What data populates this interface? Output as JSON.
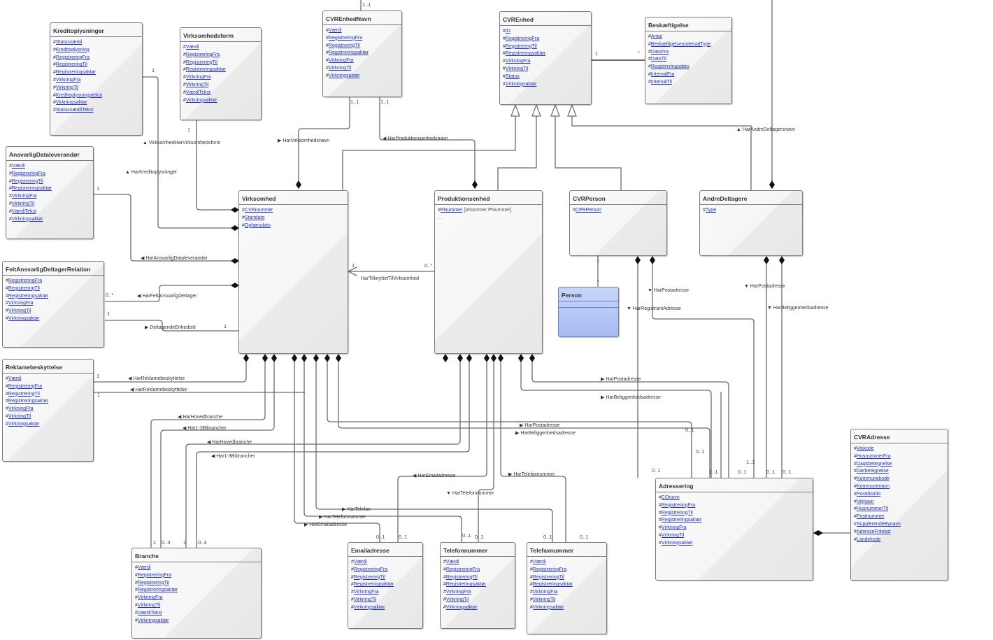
{
  "diagram": {
    "type": "UML class diagram",
    "classes": [
      {
        "id": "kreditoplysninger",
        "name": "Kreditoplysninger",
        "attributes": [
          "Statusværdi",
          "Kreditoplysning",
          "RegistreringFra",
          "RegistreringTil",
          "Registreringsaktør",
          "VirkningFra",
          "VirkningTil",
          "Kreditoplysningstekst",
          "Virkningsaktør",
          "StatusværdiTekst"
        ]
      },
      {
        "id": "virksomhedsform",
        "name": "Virksomhedsform",
        "attributes": [
          "Værdi",
          "RegistreringFra",
          "RegistreringTil",
          "Registreringsaktør",
          "VirkningFra",
          "VirkningTil",
          "VærdiTekst",
          "Virkningsaktør"
        ]
      },
      {
        "id": "cvrenhednavn",
        "name": "CVREnhedNavn",
        "attributes": [
          "Værdi",
          "RegistreringFra",
          "RegistreringTil",
          "Registreringsaktør",
          "VirkningFra",
          "VirkningTil",
          "Virkningsaktør"
        ]
      },
      {
        "id": "cvrenhed",
        "name": "CVREnhed",
        "attributes": [
          "ID",
          "RegistreringFra",
          "RegistreringTil",
          "Registreringsaktør",
          "VirkningFra",
          "VirkningTil",
          "Status",
          "Virkningsaktør"
        ]
      },
      {
        "id": "beskaeftigelse",
        "name": "Beskæftigelse",
        "attributes": [
          "Antal",
          "BeskæftigelsesIntervalType",
          "DatoFra",
          "DatoTil",
          "Registreringsdato",
          "IntervalFra",
          "IntervalTil"
        ]
      },
      {
        "id": "ansvarligdataleverandoer",
        "name": "AnsvarligDataleverandør",
        "attributes": [
          "Værdi",
          "RegistreringFra",
          "RegistreringTil",
          "Registreringsaktør",
          "VirkningFra",
          "VirkningTil",
          "VærdiTekst",
          "Virkningsaktør"
        ]
      },
      {
        "id": "virksomhed",
        "name": "Virksomhed",
        "attributes": [
          "CVRnummer",
          "Startdato",
          "Ophørsdato"
        ]
      },
      {
        "id": "produktionsenhed",
        "name": "Produktionsenhed",
        "attributes": [
          "PNummer"
        ],
        "attribute_extra": "[pNummer PNummer]",
        "ellipsis": "..."
      },
      {
        "id": "cvrperson",
        "name": "CVRPerson",
        "attributes": [
          "CPRPerson"
        ]
      },
      {
        "id": "andredeltagere",
        "name": "AndreDeltagere",
        "attributes": [
          "Type"
        ]
      },
      {
        "id": "person",
        "name": "Person",
        "attributes": []
      },
      {
        "id": "feltansvarligdeltagerrelation",
        "name": "FeltAnsvarligDeltagerRelation",
        "attributes": [
          "RegistreringFra",
          "RegistreringTil",
          "Registreringsaktør",
          "VirkningFra",
          "VirkningTil",
          "Virkningsaktør"
        ]
      },
      {
        "id": "reklamebeskyttelse",
        "name": "Reklamebeskyttelse",
        "attributes": [
          "Værdi",
          "RegistreringFra",
          "RegistreringTil",
          "Registreringsaktør",
          "VirkningFra",
          "VirkningTil",
          "Virkningsaktør"
        ]
      },
      {
        "id": "branche",
        "name": "Branche",
        "attributes": [
          "Værdi",
          "RegistreringFra",
          "RegistreringTil",
          "Registreringsaktør",
          "VirkningFra",
          "VirkningTil",
          "VærdiTekst",
          "Virkningsaktør"
        ]
      },
      {
        "id": "emailadresse",
        "name": "Emailadresse",
        "attributes": [
          "Værdi",
          "RegistreringFra",
          "RegistreringTil",
          "Registreringsaktør",
          "VirkningFra",
          "VirkningTil",
          "Virkningsaktør"
        ]
      },
      {
        "id": "telefonnummer",
        "name": "Telefonnummer",
        "attributes": [
          "Værdi",
          "RegistreringFra",
          "RegistreringTil",
          "Registreringsaktør",
          "VirkningFra",
          "VirkningTil",
          "Virkningsaktør"
        ]
      },
      {
        "id": "telefaxnummer",
        "name": "Telefaxnummer",
        "attributes": [
          "Værdi",
          "RegistreringFra",
          "RegistreringTil",
          "Registreringsaktør",
          "VirkningFra",
          "VirkningTil",
          "Virkningsaktør"
        ]
      },
      {
        "id": "adressering",
        "name": "Adressering",
        "attributes": [
          "COnavn",
          "RegistreringFra",
          "RegistreringTil",
          "Registreringsaktør",
          "VirkningFra",
          "VirkningTil",
          "Virkningsaktør"
        ]
      },
      {
        "id": "cvradresse",
        "name": "CVRAdresse",
        "attributes": [
          "Vejkode",
          "HusnummerFra",
          "Dagsbetegnelse",
          "Dørbetegnelse",
          "Kommunekode",
          "Kommunenavn",
          "Postdistrikt",
          "Vejnavn",
          "HusnummerTil",
          "Postnummer",
          "SupplerendeBynavn",
          "AdresseFritekst",
          "Landekode"
        ]
      }
    ],
    "associations": [
      {
        "label": "VirksomhedHarVirksomhedsform",
        "arrow": "▲"
      },
      {
        "label": "HarKreditoplysninger",
        "arrow": "▲"
      },
      {
        "label": "HarVirksomhedsnavn",
        "arrow": "▶"
      },
      {
        "label": "HarProduktionsenhedsnavn",
        "arrow": "◀"
      },
      {
        "label": "HarAndreDeltagersnavn",
        "arrow": "▲"
      },
      {
        "label": "HarAnsvarligDataleverandør",
        "arrow": "◀"
      },
      {
        "label": "HarFeltAnsvarligDeltager",
        "arrow": "◀"
      },
      {
        "label": "DeltagendeEnhedsId",
        "arrow": "▶"
      },
      {
        "label": "HarTilknyttetTilVirksomhed",
        "arrow": ""
      },
      {
        "label": "HarPostadresse",
        "arrow": "▼"
      },
      {
        "label": "HarRegistrantAdresse",
        "arrow": "▼"
      },
      {
        "label": "HarPostadresse",
        "arrow": "▼"
      },
      {
        "label": "HarBeliggenhedsadresse",
        "arrow": "▼"
      },
      {
        "label": "HarReklamebeskyttelse",
        "arrow": "◀"
      },
      {
        "label": "HarReklamebeskyttelse",
        "arrow": "◀"
      },
      {
        "label": "HarPostadresse",
        "arrow": "▶"
      },
      {
        "label": "HarBeliggenhedsadresse",
        "arrow": "▶"
      },
      {
        "label": "HarHovedbranche",
        "arrow": "◀"
      },
      {
        "label": "Har1-3Bibrancher",
        "arrow": "◀"
      },
      {
        "label": "HarHovedbranche",
        "arrow": "◀"
      },
      {
        "label": "Har1-3Bibrancher",
        "arrow": "◀"
      },
      {
        "label": "HarPostadresse",
        "arrow": "▶"
      },
      {
        "label": "HarBeliggenhedsadresse",
        "arrow": "▶"
      },
      {
        "label": "HarEmailadresse",
        "arrow": "◀"
      },
      {
        "label": "HarTelefaxnummer",
        "arrow": "▶"
      },
      {
        "label": "HarTelefonnummer",
        "arrow": "▼"
      },
      {
        "label": "HarTelefax",
        "arrow": "▶"
      },
      {
        "label": "HarTelefonnummer",
        "arrow": "▶"
      },
      {
        "label": "HarEmailadresse",
        "arrow": "▶"
      }
    ],
    "multiplicities": {
      "one": "1",
      "one_one": "1..1",
      "zero_one": "0..1",
      "zero_many": "0..*",
      "star": "*",
      "zero_three": "0..3"
    }
  }
}
